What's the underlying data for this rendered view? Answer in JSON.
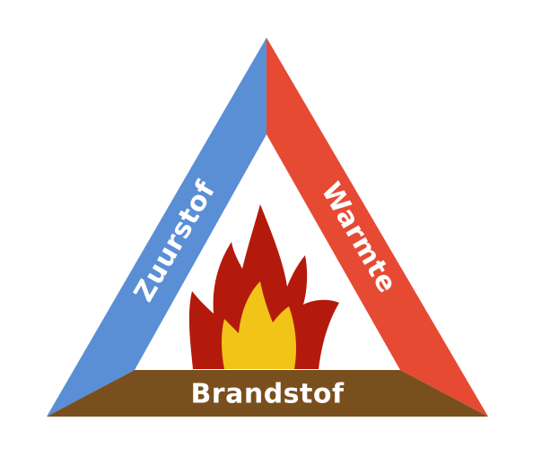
{
  "diagram": {
    "sides": {
      "left": {
        "label": "Zuurstof",
        "color": "#5a8fd6"
      },
      "right": {
        "label": "Warmte",
        "color": "#e64a33"
      },
      "bottom": {
        "label": "Brandstof",
        "color": "#7a4f1e"
      }
    },
    "flame": {
      "outer_color": "#b41a0c",
      "inner_color": "#f2c418"
    },
    "background_color": "#ffffff"
  }
}
